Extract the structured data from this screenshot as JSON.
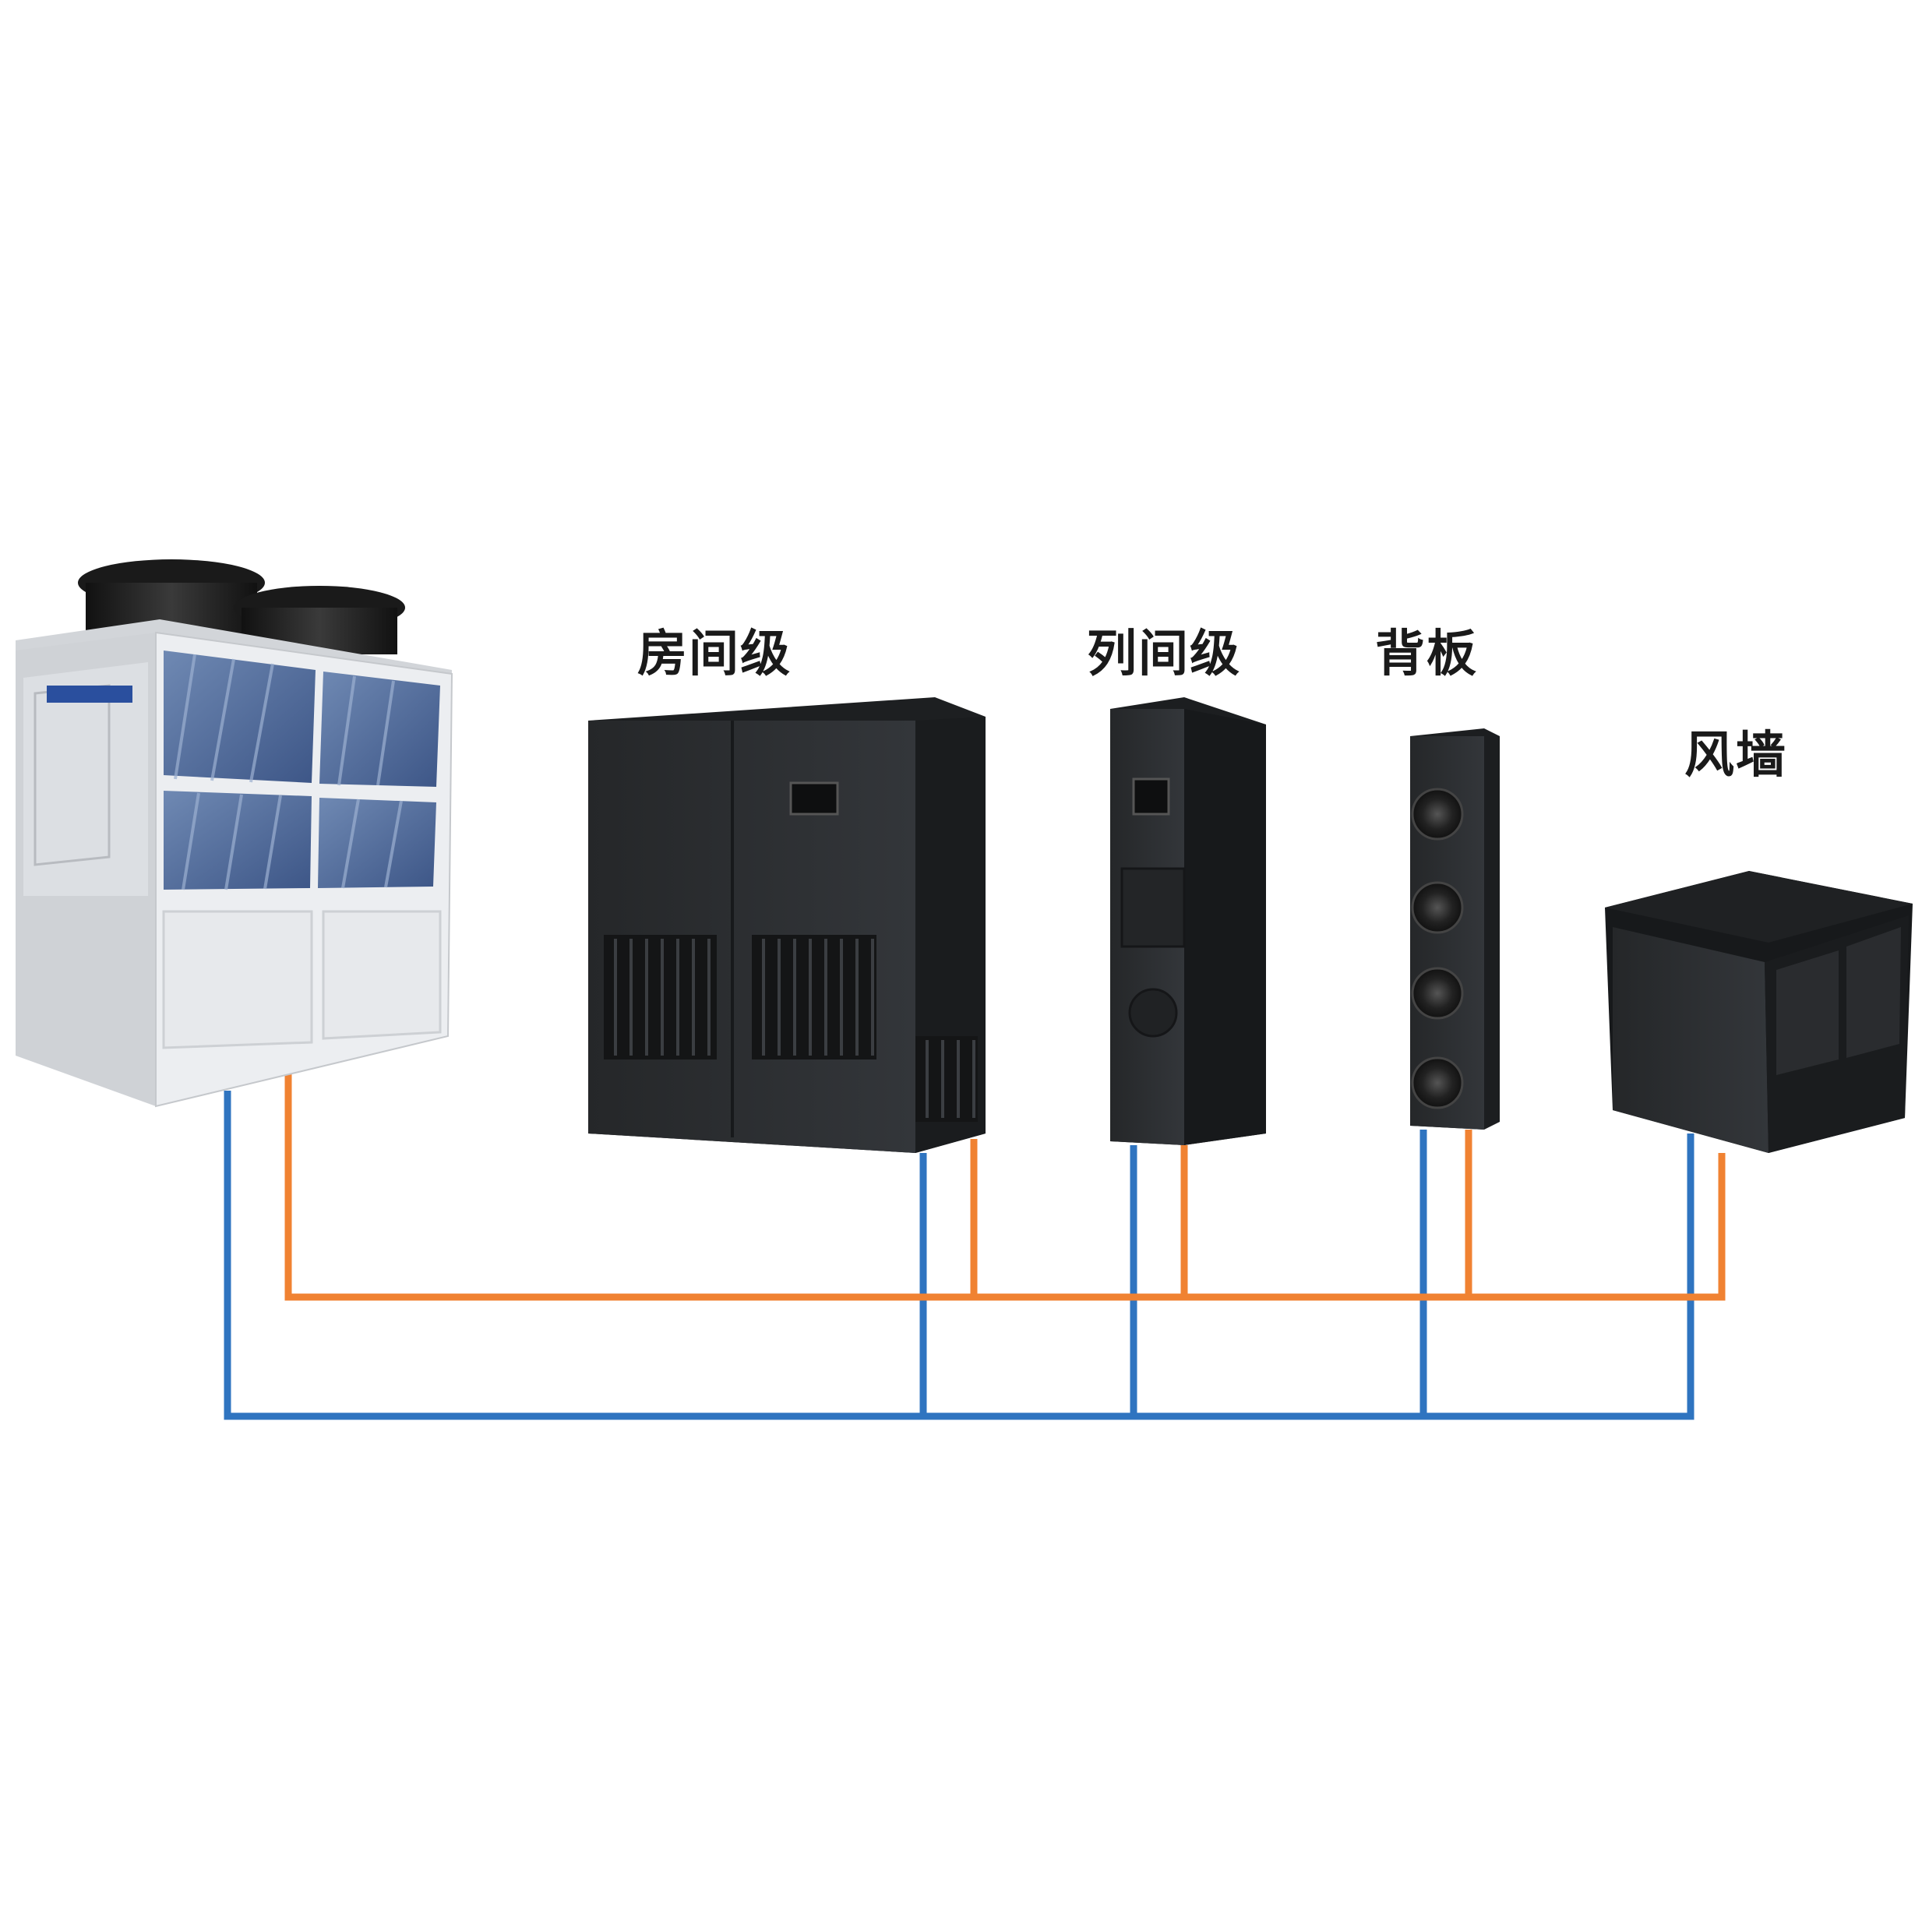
{
  "labels": {
    "room_level": "房间级",
    "row_level": "列间级",
    "rear_door": "背板",
    "fan_wall": "风墙"
  },
  "colors": {
    "supply_pipe": "#f08232",
    "return_pipe": "#2f74c0",
    "unit_body": "#2b2d2f",
    "chiller_body": "#e4e6e9",
    "chiller_logo": "#2a4f9e"
  },
  "icons": {
    "chiller": "outdoor-chiller-icon",
    "room_unit": "room-level-cooling-unit-icon",
    "row_unit": "row-level-cooling-unit-icon",
    "rear_door": "rear-door-heat-exchanger-icon",
    "fan_wall": "fan-wall-unit-icon"
  }
}
